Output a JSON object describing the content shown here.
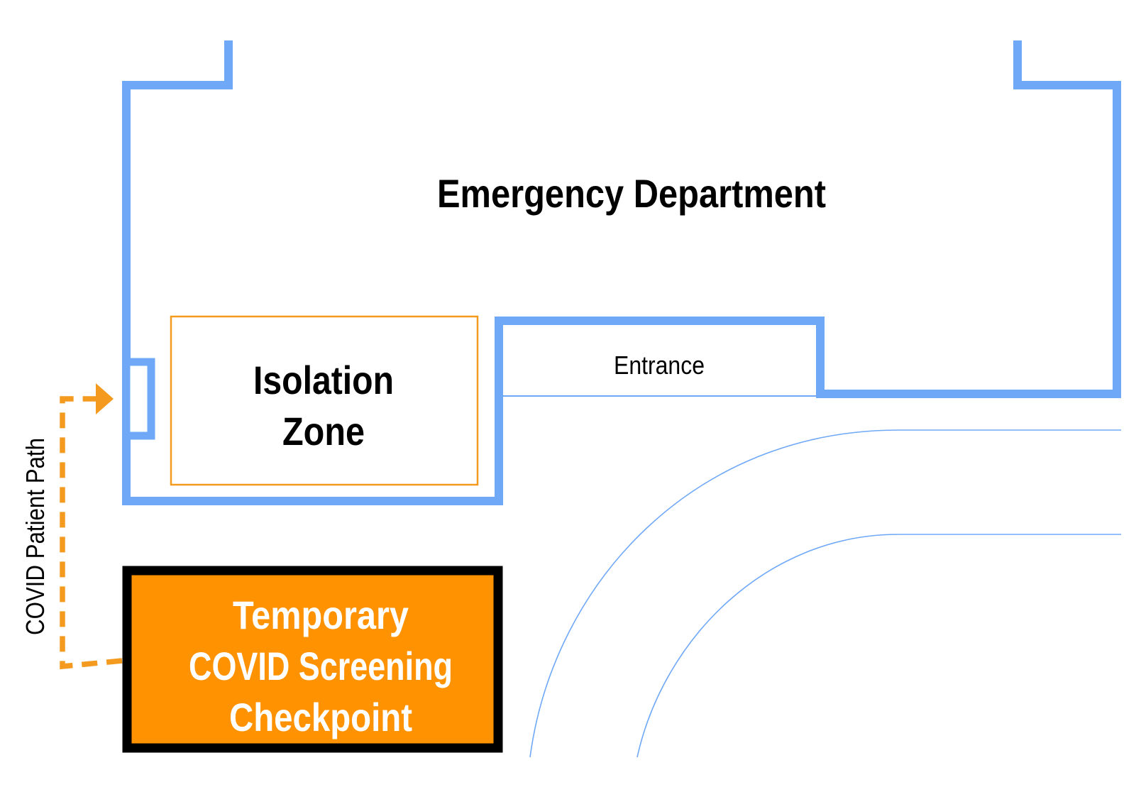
{
  "title": "Emergency Department",
  "isolation_zone": {
    "line1": "Isolation",
    "line2": "Zone"
  },
  "entrance": {
    "label": "Entrance"
  },
  "checkpoint": {
    "line1": "Temporary",
    "line2": "COVID Screening",
    "line3": "Checkpoint"
  },
  "patient_path": {
    "label": "COVID Patient Path"
  },
  "colors": {
    "building_wall": "#6fa8f7",
    "road_line": "#6fa8f7",
    "isolation_border": "#f39a1f",
    "checkpoint_fill": "#ff9200",
    "checkpoint_border": "#000000",
    "path": "#f39a1f",
    "title_text": "#000000",
    "checkpoint_text": "#ffffff"
  }
}
